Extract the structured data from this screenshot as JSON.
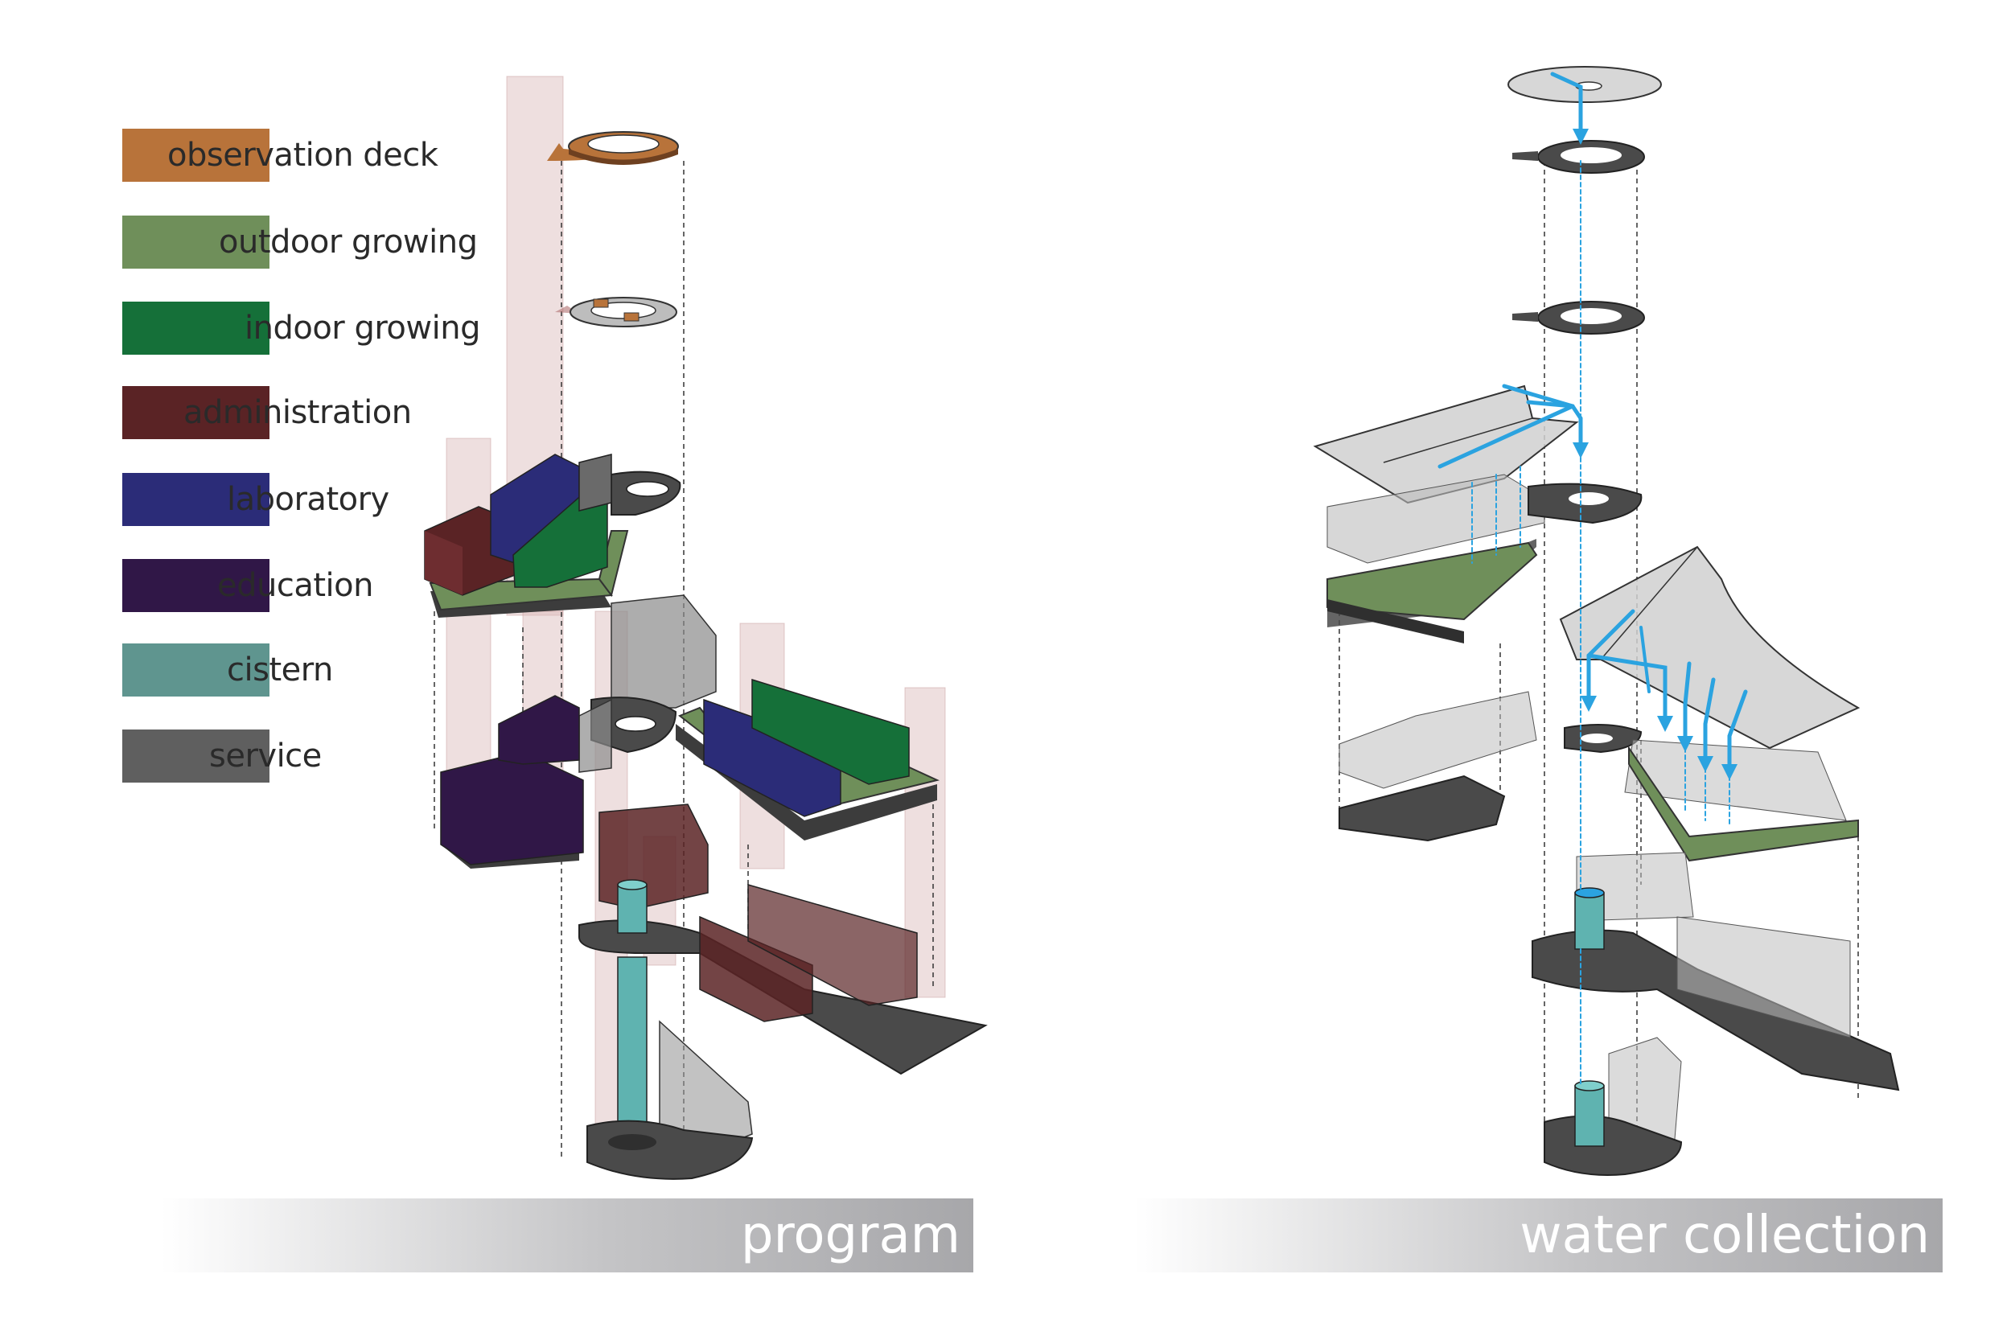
{
  "legend": {
    "items": [
      {
        "label": "observation deck",
        "color": "#b8733a",
        "name": "observation-deck"
      },
      {
        "label": "outdoor growing",
        "color": "#6f8f5a",
        "name": "outdoor-growing"
      },
      {
        "label": "indoor growing",
        "color": "#157039",
        "name": "indoor-growing"
      },
      {
        "label": "administration",
        "color": "#5a2325",
        "name": "administration"
      },
      {
        "label": "laboratory",
        "color": "#2b2c78",
        "name": "laboratory"
      },
      {
        "label": "education",
        "color": "#301747",
        "name": "education"
      },
      {
        "label": "cistern",
        "color": "#5f958f",
        "name": "cistern"
      },
      {
        "label": "service",
        "color": "#5f5f5f",
        "name": "service"
      }
    ]
  },
  "panels": {
    "program": {
      "title": "program"
    },
    "water": {
      "title": "water collection"
    }
  },
  "colors": {
    "slab": "#4a4a4a",
    "water_line": "#2ba3e0",
    "ghost": "#d9b8b8",
    "glass": "#bdbdbd",
    "banner": "#a9a9ab"
  }
}
